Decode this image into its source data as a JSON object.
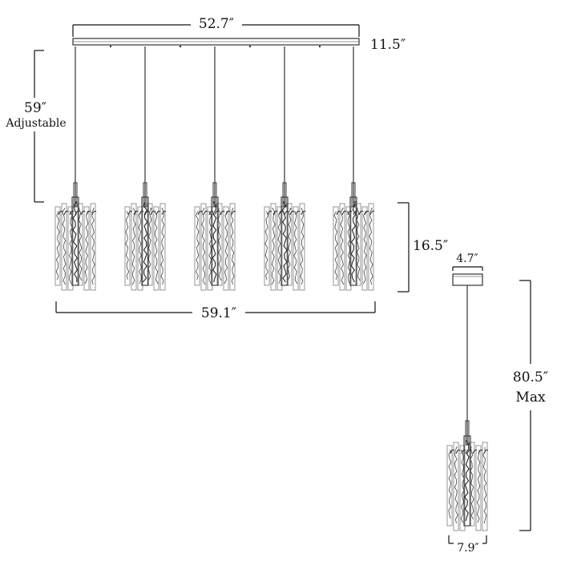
{
  "dimensions": {
    "canopy_width": "52.7″",
    "canopy_height": "11.5″",
    "rod_length": "59″",
    "rod_note": "Adjustable",
    "shade_height": "16.5″",
    "overall_width": "59.1″",
    "pendant_canopy_width": "4.7″",
    "pendant_height": "80.5″",
    "pendant_height_note": "Max",
    "pendant_width": "7.9″"
  },
  "colors": {
    "line": "#111111",
    "metal": "#333333",
    "glass": "#8a8a8a"
  }
}
